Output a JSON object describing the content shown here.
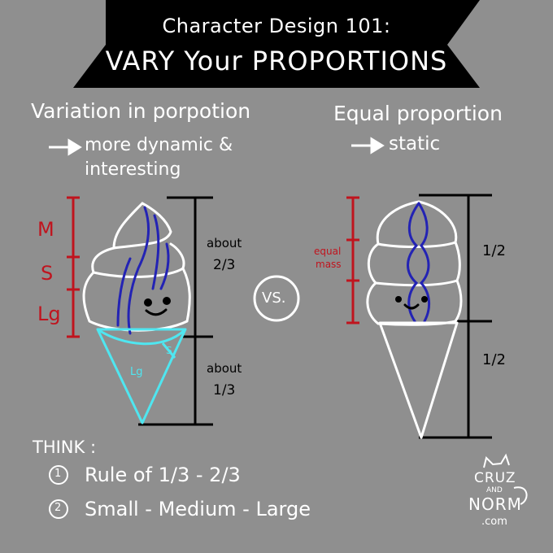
{
  "banner": {
    "line1": "Character Design 101:",
    "line2": "VARY Your PROPORTIONS"
  },
  "left": {
    "heading": "Variation in porpotion",
    "arrow_text": "more dynamic &",
    "arrow_text2": "interesting",
    "labels": {
      "m": "M",
      "s": "S",
      "lg": "Lg"
    },
    "cone_lg": "Lg",
    "cone_s": "S",
    "measure_top_1": "about",
    "measure_top_2": "2/3",
    "measure_bottom_1": "about",
    "measure_bottom_2": "1/3"
  },
  "vs": "VS.",
  "right": {
    "heading": "Equal proportion",
    "arrow_text": "static",
    "equal_1": "equal",
    "equal_2": "mass",
    "half_top": "1/2",
    "half_bottom": "1/2"
  },
  "think": {
    "title": "THINK :",
    "item1_num": "1",
    "item1": "Rule of 1/3 - 2/3",
    "item2_num": "2",
    "item2": "Small - Medium - Large"
  },
  "logo": {
    "line1": "CRUZ",
    "line2": "AND",
    "line3": "NORM",
    "line4": ".com"
  },
  "colors": {
    "background": "#8f8f8f",
    "banner": "#000000",
    "red": "#c0141e",
    "blue": "#2323b4",
    "cyan": "#4fe6f0",
    "white": "#ffffff"
  }
}
